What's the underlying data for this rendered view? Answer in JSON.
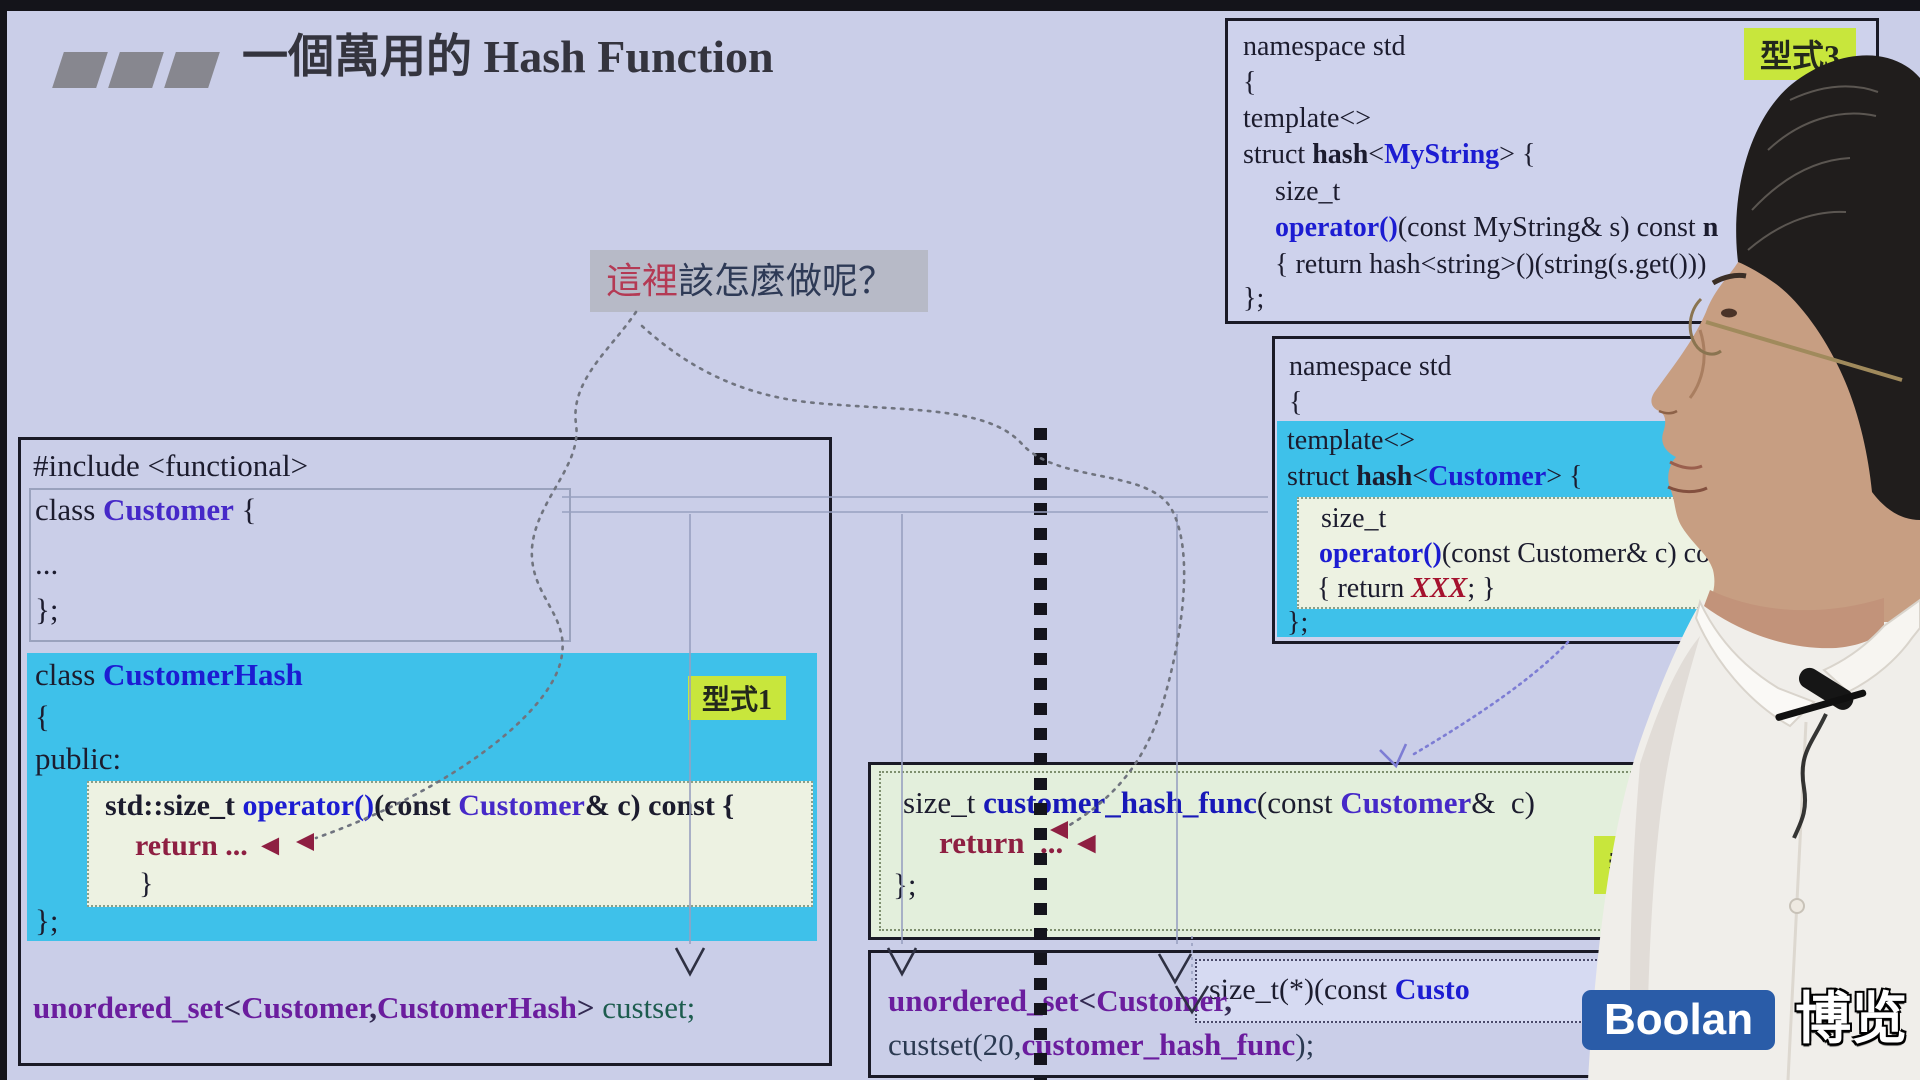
{
  "title": {
    "text": "一個萬用的 Hash Function"
  },
  "question": {
    "lead": "這裡",
    "rest": "該怎麼做呢？"
  },
  "arrows": {
    "left": "◄"
  },
  "badges": {
    "form1": "型式1",
    "form3": "型式3",
    "form2_partial": "型"
  },
  "mystring": {
    "l1": "namespace std",
    "l2": "{",
    "l3": "template<>",
    "l4a": "struct ",
    "l4b": "hash",
    "l4c": "<",
    "l4d": "MyString",
    "l4e": "> {",
    "l5": "size_t",
    "l6a": "operator()",
    "l6b": "(const MyString& s) const ",
    "l6c": "n",
    "l7": "{ return hash<string>()(string(s.get()))",
    "l8": "};"
  },
  "custstruct": {
    "l1": "namespace std",
    "l2": "{",
    "l3": "template<>",
    "l4a": "struct ",
    "l4b": "hash",
    "l4c": "<",
    "l4d": "Customer",
    "l4e": "> {",
    "l5": "size_t",
    "l6a": "operator()",
    "l6b": "(const Customer& c) const",
    "l7a": "{ return ",
    "l7b": "XXX",
    "l7c": "; }",
    "l8": "};"
  },
  "left": {
    "include": "#include <functional>",
    "cls_a": "class ",
    "cls_b": "Customer",
    "cls_c": " {",
    "dots": "...",
    "cls_end": "};",
    "h1a": "class ",
    "h1b": "CustomerHash",
    "h2": "{",
    "h3": "public:",
    "h4a": "std::size_t ",
    "h4b": "operator()",
    "h4c": "(const ",
    "h4d": "Customer",
    "h4e": "& c) const {",
    "h5": "return ... ",
    "h6": "}",
    "h7": "};",
    "u1": "unordered_set",
    "u2": "<",
    "u3": "Customer",
    "u4": ",",
    "u5": "CustomerHash",
    "u6": ">",
    "u7": " custset;"
  },
  "func": {
    "d1a": "size_t ",
    "d1b": "customer_hash_func",
    "d1c": "(const ",
    "d1d": "Customer",
    "d1e": "&  c)",
    "d2": "return  ... ",
    "d3": "};"
  },
  "uset2": {
    "e1a": "unordered_set",
    "e1b": "<",
    "e1c": "Customer",
    "e1d": ", ",
    "ptr_a": "size_t(*)(const ",
    "ptr_b": "Custo",
    "e2a": "custset(20,",
    "e2b": "customer_hash_func",
    "e2c": ");"
  },
  "logo": {
    "brand": "Boolan",
    "cn": "博览"
  },
  "colors": {
    "slide_bg": "#cacee8",
    "cyan_highlight": "#3ec1ea",
    "cream_box": "#edf2e2",
    "pale_green_box": "#e3efdc",
    "badge_yellow": "#c8e63c",
    "keyword_blue": "#1c1cd2",
    "purple": "#6b1d9e",
    "maroon": "#8e1f42",
    "logo_blue": "#2a5ca8"
  }
}
